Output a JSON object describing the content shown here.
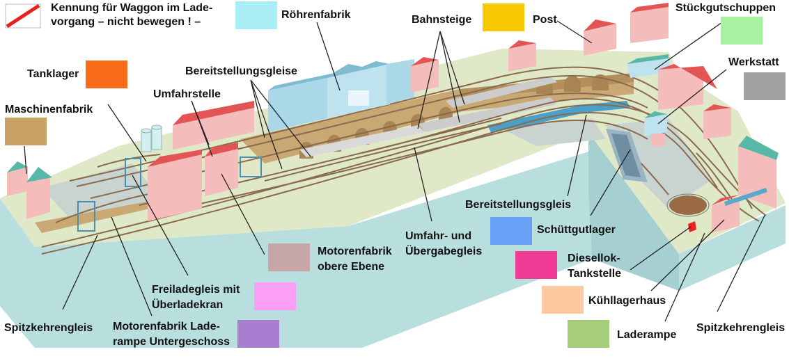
{
  "legend": {
    "warning_line1": "Kennung für Waggon im Lade-",
    "warning_line2": "vorgang – nicht bewegen ! –",
    "warning_color": "#e8201e"
  },
  "labels": {
    "roehrenfabrik": "Röhrenfabrik",
    "bahnsteige": "Bahnsteige",
    "post": "Post",
    "stueckgutschuppen": "Stückgutschuppen",
    "werkstatt": "Werkstatt",
    "tanklager": "Tanklager",
    "bereitstellungsgleise": "Bereitstellungsgleise",
    "umfahrstelle": "Umfahrstelle",
    "maschinenfabrik": "Maschinenfabrik",
    "bereitstellungsgleis": "Bereitstellungsgleis",
    "schuettgutlager": "Schüttgutlager",
    "umfahr_line1": "Umfahr- und",
    "umfahr_line2": "Übergabegleis",
    "motorenfabrik_oben_line1": "Motorenfabrik",
    "motorenfabrik_oben_line2": "obere Ebene",
    "diesellok_line1": "Diesellok-",
    "diesellok_line2": "Tankstelle",
    "freiladegleis_line1": "Freiladegleis mit",
    "freiladegleis_line2": "Überladekran",
    "kuehllagerhaus": "Kühllagerhaus",
    "spitzkehrengleis_left": "Spitzkehrengleis",
    "motorenfabrik_lade_line1": "Motorenfabrik Lade-",
    "motorenfabrik_lade_line2": "rampe Untergeschoss",
    "laderampe": "Laderampe",
    "spitzkehrengleis_right": "Spitzkehrengleis"
  },
  "swatch_colors": {
    "roehrenfabrik": "#a9eef4",
    "post": "#f8c800",
    "stueckgutschuppen": "#a6f2a0",
    "werkstatt": "#a0a0a0",
    "tanklager": "#f86c1a",
    "maschinenfabrik": "#c9a364",
    "schuettgutlager": "#6a9ff6",
    "motorenfabrik_oben": "#c6a6a6",
    "diesellok": "#f03c94",
    "freiladegleis": "#fb9ff6",
    "kuehllagerhaus": "#fcc9a0",
    "motorenfabrik_lade": "#a87ed0",
    "laderampe": "#a6ce7a"
  },
  "scene_colors": {
    "base_front": "#b8dede",
    "base_side": "#a5cfd0",
    "top_surface": "#dfe9c8",
    "track": "#8a6a4c",
    "brick": "#c9a874",
    "leader": "#222222",
    "blue_building": "#aad8e8",
    "red_roof": "#e35555",
    "pink_wall": "#f5bcbc",
    "teal_roof": "#58b8a8"
  }
}
